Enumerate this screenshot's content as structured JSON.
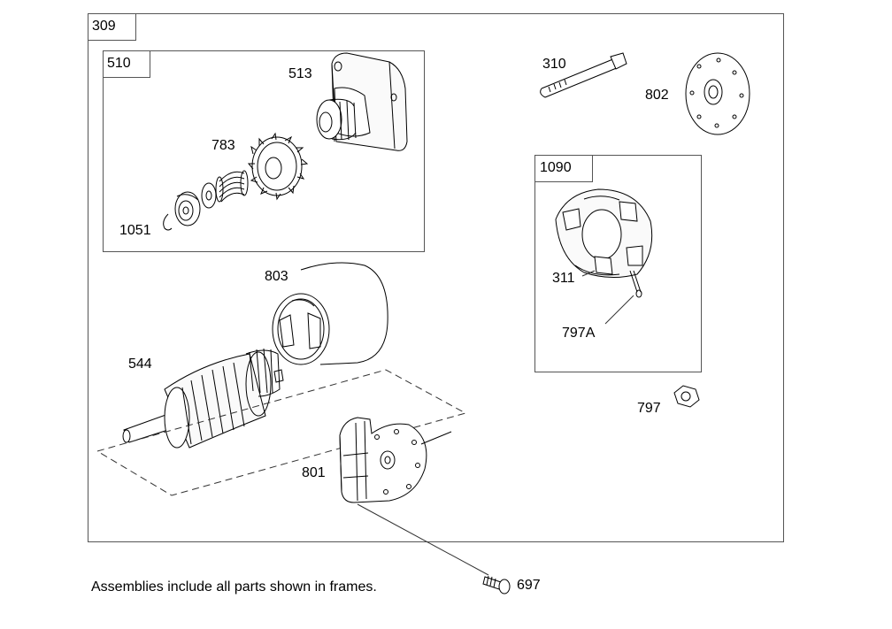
{
  "frames": {
    "outer": "309",
    "gear_drive": "510",
    "brush_holder": "1090"
  },
  "parts": {
    "p513": "513",
    "p783": "783",
    "p1051": "1051",
    "p310": "310",
    "p802": "802",
    "p311": "311",
    "p797A": "797A",
    "p803": "803",
    "p544": "544",
    "p797": "797",
    "p801": "801",
    "p697": "697"
  },
  "note": "Assemblies include all parts shown in frames."
}
